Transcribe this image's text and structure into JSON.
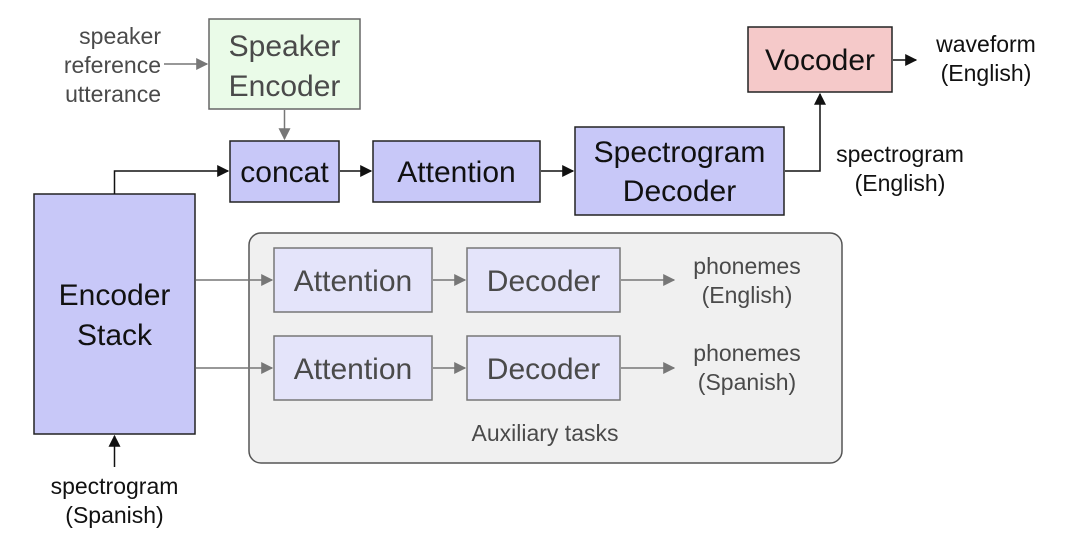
{
  "inputs": {
    "speaker_reference": [
      "speaker",
      "reference",
      "utterance"
    ],
    "spectrogram_source": [
      "spectrogram",
      "(Spanish)"
    ]
  },
  "blocks": {
    "speaker_encoder": [
      "Speaker",
      "Encoder"
    ],
    "concat": "concat",
    "attention_main": "Attention",
    "spectrogram_decoder": [
      "Spectrogram",
      "Decoder"
    ],
    "vocoder": "Vocoder",
    "encoder_stack": [
      "Encoder",
      "Stack"
    ]
  },
  "outputs": {
    "waveform": [
      "waveform",
      "(English)"
    ],
    "spectrogram_target": [
      "spectrogram",
      "(English)"
    ]
  },
  "auxiliary": {
    "title": "Auxiliary tasks",
    "tasks": [
      {
        "attention": "Attention",
        "decoder": "Decoder",
        "output": [
          "phonemes",
          "(English)"
        ]
      },
      {
        "attention": "Attention",
        "decoder": "Decoder",
        "output": [
          "phonemes",
          "(Spanish)"
        ]
      }
    ]
  },
  "colors": {
    "main_block_fill": "#c8c8f8",
    "aux_block_fill": "#e4e4fa",
    "speaker_encoder_fill": "#eafbe8",
    "vocoder_fill": "#f5c9c9",
    "aux_panel_fill": "#f0f0f0",
    "main_stroke": "#222222",
    "aux_stroke": "#777777"
  }
}
